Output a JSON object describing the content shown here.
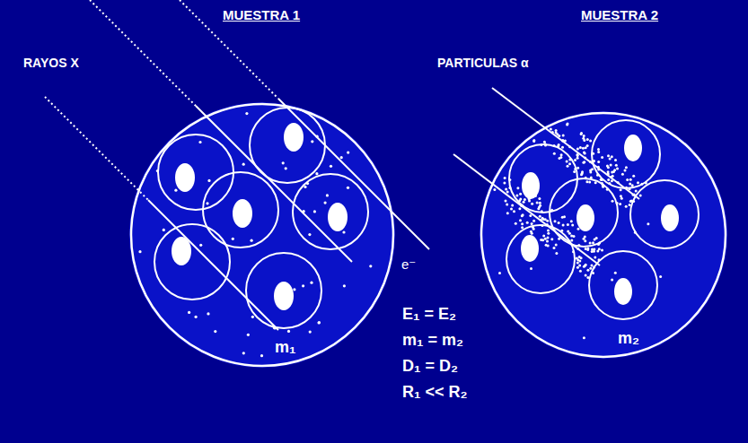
{
  "diagram": {
    "nodes": [
      {
        "text": [
          "m₁"
        ]
      },
      {
        "text": [
          "m₂"
        ]
      }
    ],
    "labels": [
      "MUESTRA 1",
      "RAYOS X",
      "MUESTRA 2",
      "PARTICULAS α",
      "e⁻",
      "E₁ = E₂",
      "m₁ = m₂",
      "D₁ = D₂",
      "R₁ << R₂"
    ]
  }
}
